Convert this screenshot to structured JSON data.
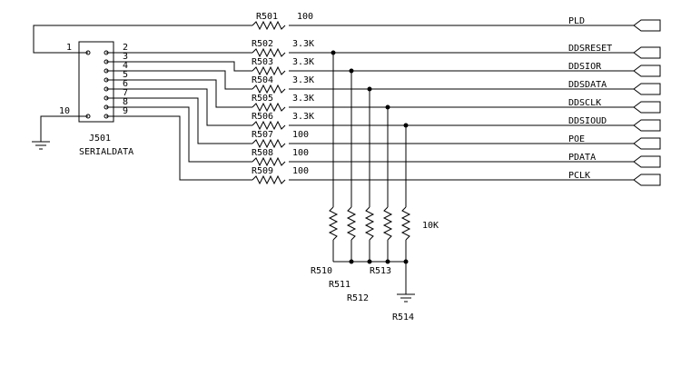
{
  "connector": {
    "ref": "J501",
    "name": "SERIALDATA",
    "pins": [
      "1",
      "2",
      "3",
      "4",
      "5",
      "6",
      "7",
      "8",
      "9",
      "10"
    ]
  },
  "series_resistors": [
    {
      "ref": "R501",
      "value": "100",
      "net": "PLD"
    },
    {
      "ref": "R502",
      "value": "3.3K",
      "net": "DDSRESET"
    },
    {
      "ref": "R503",
      "value": "3.3K",
      "net": "DDSIOR"
    },
    {
      "ref": "R504",
      "value": "3.3K",
      "net": "DDSDATA"
    },
    {
      "ref": "R505",
      "value": "3.3K",
      "net": "DDSCLK"
    },
    {
      "ref": "R506",
      "value": "3.3K",
      "net": "DDSIOUD"
    },
    {
      "ref": "R507",
      "value": "100",
      "net": "POE"
    },
    {
      "ref": "R508",
      "value": "100",
      "net": "PDATA"
    },
    {
      "ref": "R509",
      "value": "100",
      "net": "PCLK"
    }
  ],
  "pulldown_resistors": {
    "value": "10K",
    "refs": [
      "R510",
      "R511",
      "R512",
      "R513",
      "R514"
    ]
  }
}
